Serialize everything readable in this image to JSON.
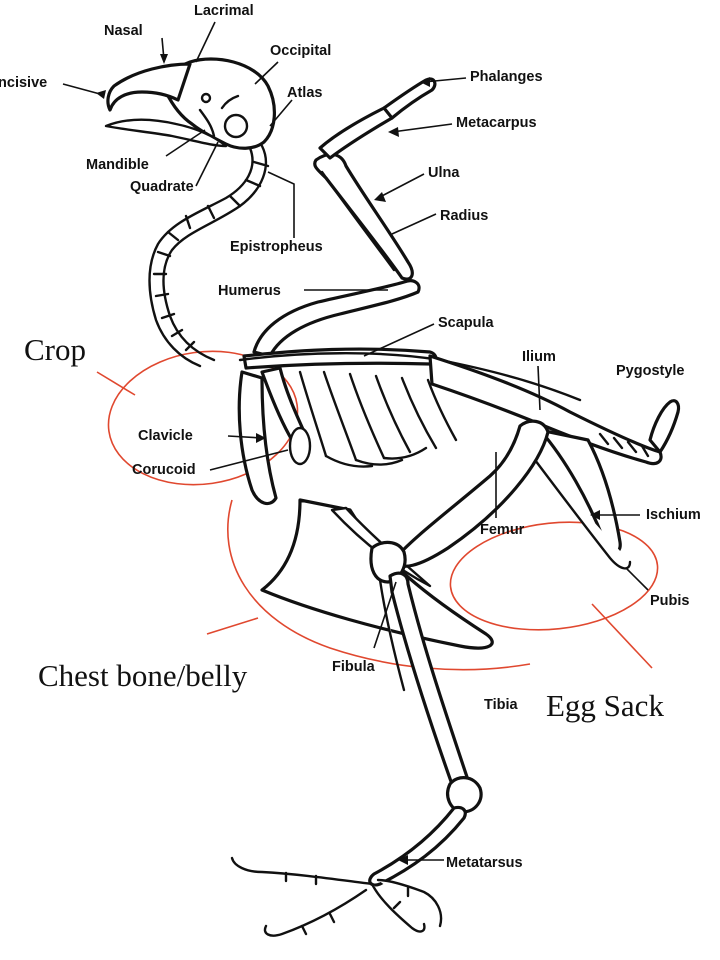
{
  "labels": {
    "nasal": "Nasal",
    "lacrimal": "Lacrimal",
    "occipital": "Occipital",
    "incisive": "Incisive",
    "atlas": "Atlas",
    "mandible": "Mandible",
    "quadrate": "Quadrate",
    "epistropheus": "Epistropheus",
    "humerus": "Humerus",
    "phalanges": "Phalanges",
    "metacarpus": "Metacarpus",
    "ulna": "Ulna",
    "radius": "Radius",
    "scapula": "Scapula",
    "ilium": "Ilium",
    "pygostyle": "Pygostyle",
    "clavicle": "Clavicle",
    "corucoid": "Corucoid",
    "femur": "Femur",
    "ischium": "Ischium",
    "pubis": "Pubis",
    "fibula": "Fibula",
    "tibia": "Tibia",
    "metatarsus": "Metatarsus"
  },
  "annotations": {
    "crop": "Crop",
    "chest_bone_belly": "Chest bone/belly",
    "egg_sack": "Egg Sack"
  },
  "colors": {
    "outline": "#111111",
    "annotation_red": "#e0482f",
    "background": "#ffffff"
  }
}
